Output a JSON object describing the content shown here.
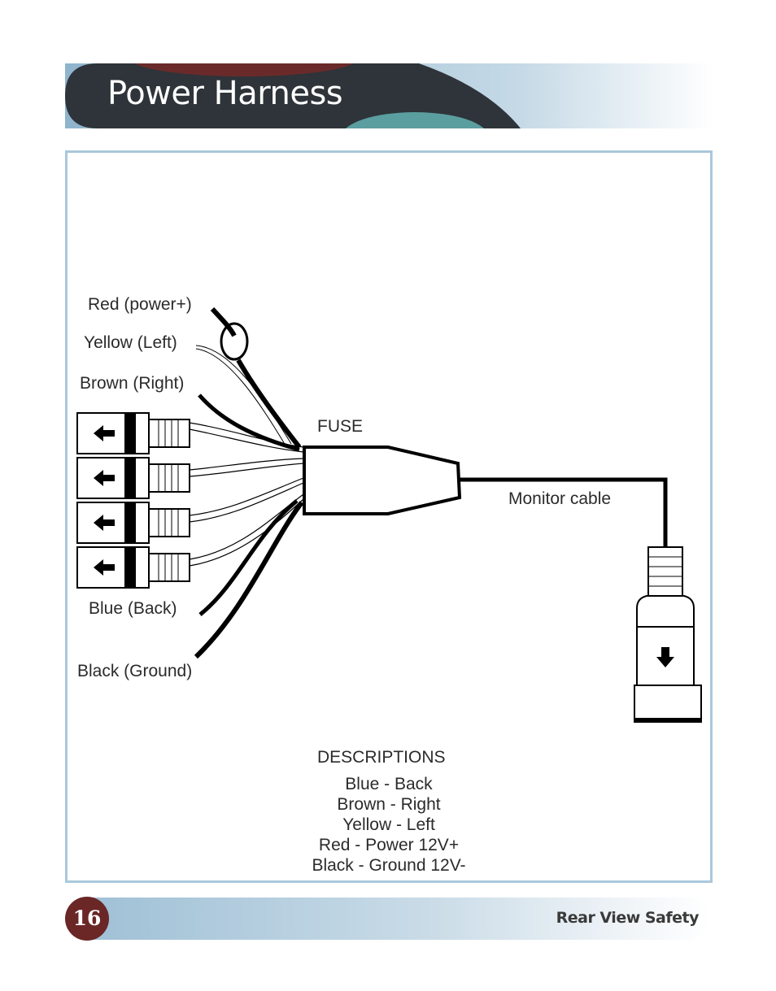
{
  "header": {
    "title": "Power Harness"
  },
  "diagram": {
    "wire_labels": {
      "red": "Red (power+)",
      "yellow": "Yellow (Left)",
      "brown": "Brown (Right)",
      "blue": "Blue (Back)",
      "black": "Black (Ground)"
    },
    "fuse_label": "FUSE",
    "monitor_cable_label": "Monitor cable",
    "connector_arrow_icon": "arrow-left-icon",
    "monitor_connector_icon": "arrow-down-icon"
  },
  "descriptions": {
    "title": "DESCRIPTIONS",
    "lines": [
      "Blue - Back",
      "Brown - Right",
      "Yellow - Left",
      "Red - Power 12V+",
      "Black - Ground 12V-"
    ]
  },
  "footer": {
    "page_number": "16",
    "brand": "Rear View Safety"
  },
  "colors": {
    "header_dark": "#2e3439",
    "header_maroon": "#6b2a2a",
    "header_teal": "#5b9ea0",
    "frame_border": "#a9c8db",
    "page_number_bg": "#6b2626"
  }
}
